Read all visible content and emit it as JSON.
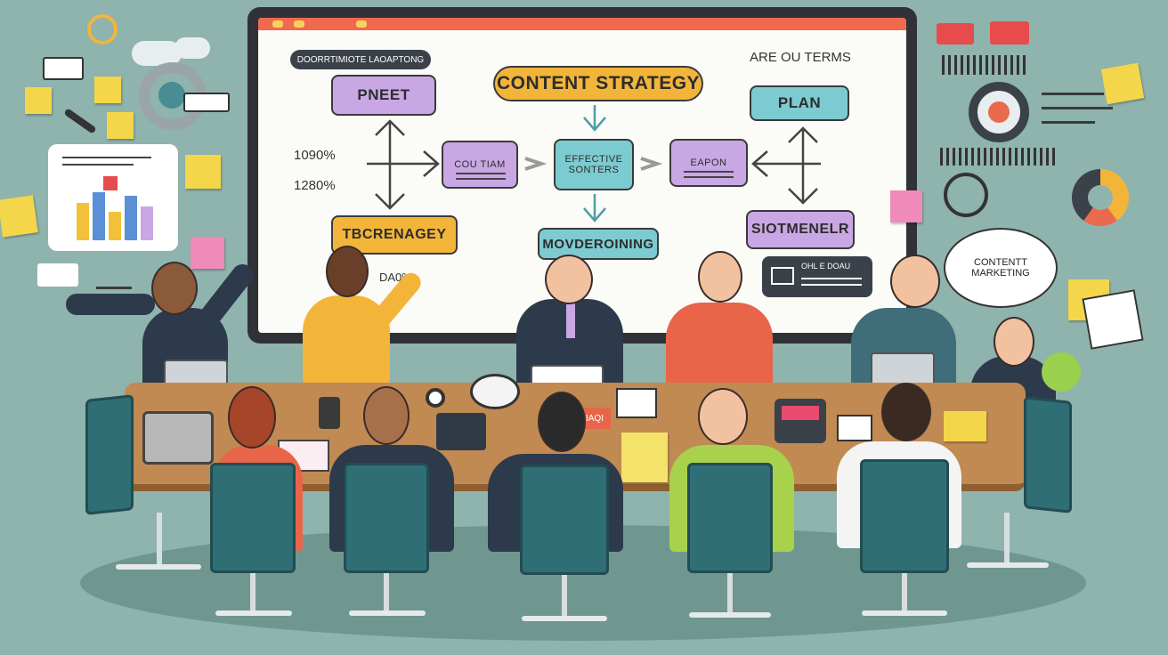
{
  "board": {
    "banner": "DOORRTIMIOTE LAOAPTONG",
    "top_right_text": "ARE OU TERMS",
    "title": "CONTENT STRATEGY",
    "nodes": {
      "pneet": "PNEET",
      "plan": "PLAN",
      "cou_tiam": "COU TIAM",
      "effective": "EFFECTIVE",
      "sonters": "SONTERS",
      "eapon": "EAPON",
      "tbcrenagey": "TBCRENAGEY",
      "movderoning": "MOVDEROINING",
      "siotmenelr": "SIOTMENELR",
      "email": "OHL E DOAU"
    },
    "stats": {
      "stat1": "1090%",
      "stat2": "1280%",
      "stat3": "DA0%"
    }
  },
  "speech_bubble": {
    "line1": "CONTENTT",
    "line2": "MARKETING"
  },
  "desk_sign": "IAQI",
  "colors": {
    "background": "#8fb3ad",
    "board_frame": "#2f3338",
    "board_topbar": "#ef6a4e",
    "purple_node": "#c9a7e4",
    "orange_node": "#f2b53a",
    "teal_node": "#7ccbd1",
    "table": "#c08a52",
    "chair": "#2f6e75",
    "sticky_yellow": "#f4d64a",
    "sticky_pink": "#f08ab8"
  },
  "icons": [
    "scissors-icon",
    "gear-icon",
    "chart-icon",
    "email-icon",
    "pie-chart-icon",
    "target-icon",
    "laptop-icon",
    "phone-icon"
  ]
}
